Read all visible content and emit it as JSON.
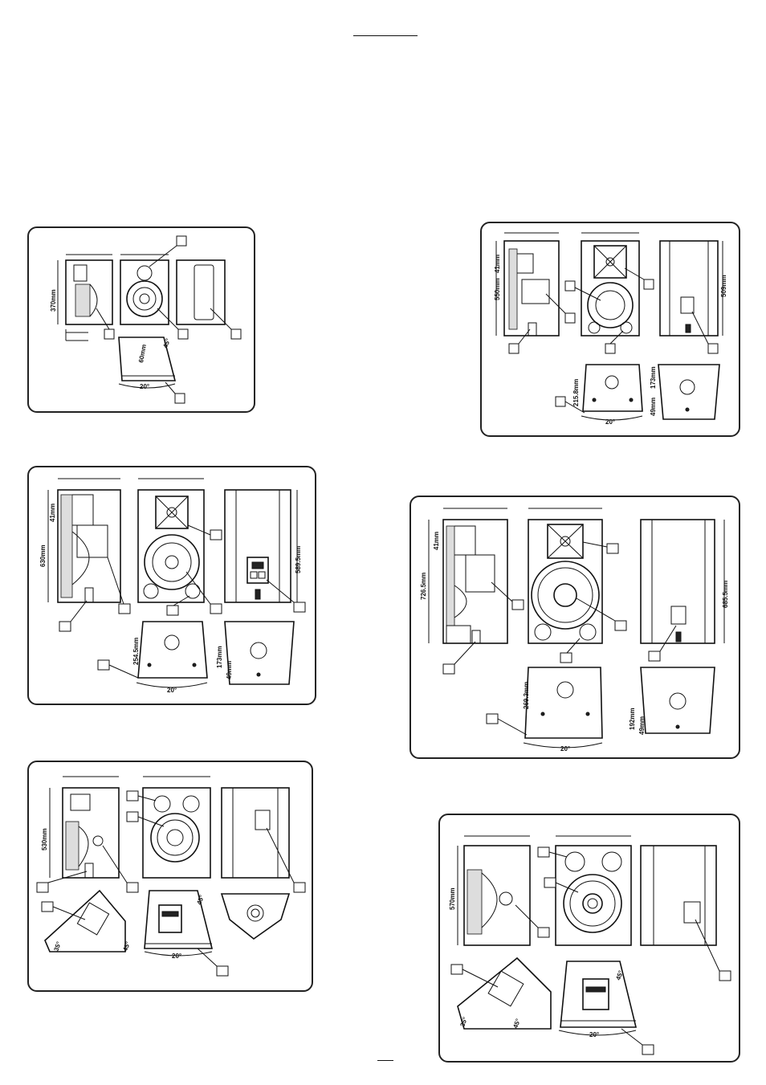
{
  "page": {
    "top_rule": "",
    "bottom_rule": ""
  },
  "panels": [
    {
      "id": "p1",
      "labels": {
        "height": "370mm",
        "tilt_dim": "60mm",
        "tilt_angle": "45°",
        "spread_angle": "20°"
      }
    },
    {
      "id": "p2",
      "labels": {
        "height": "550mm",
        "offset": "41mm",
        "rear_height": "509mm",
        "bottom_dim": "215.8mm",
        "right_dim_a": "173mm",
        "right_dim_b": "49mm",
        "spread_angle": "20°"
      }
    },
    {
      "id": "p3",
      "labels": {
        "height": "630mm",
        "offset": "41mm",
        "rear_height": "589.5mm",
        "bottom_dim": "254.5mm",
        "right_dim_a": "173mm",
        "right_dim_b": "49mm",
        "spread_angle": "20°"
      }
    },
    {
      "id": "p4",
      "labels": {
        "height": "726.5mm",
        "offset": "41mm",
        "rear_height": "685.5mm",
        "bottom_dim": "269.3mm",
        "right_dim_a": "192mm",
        "right_dim_b": "49mm",
        "spread_angle": "20°"
      }
    },
    {
      "id": "p5",
      "labels": {
        "height": "530mm",
        "angle_left": "35°",
        "angle_right": "45°",
        "top_angle": "45°",
        "spread_angle": "20°"
      }
    },
    {
      "id": "p6",
      "labels": {
        "height": "570mm",
        "angle_left": "35°",
        "angle_right": "45°",
        "top_angle": "45°",
        "spread_angle": "20°"
      }
    }
  ]
}
